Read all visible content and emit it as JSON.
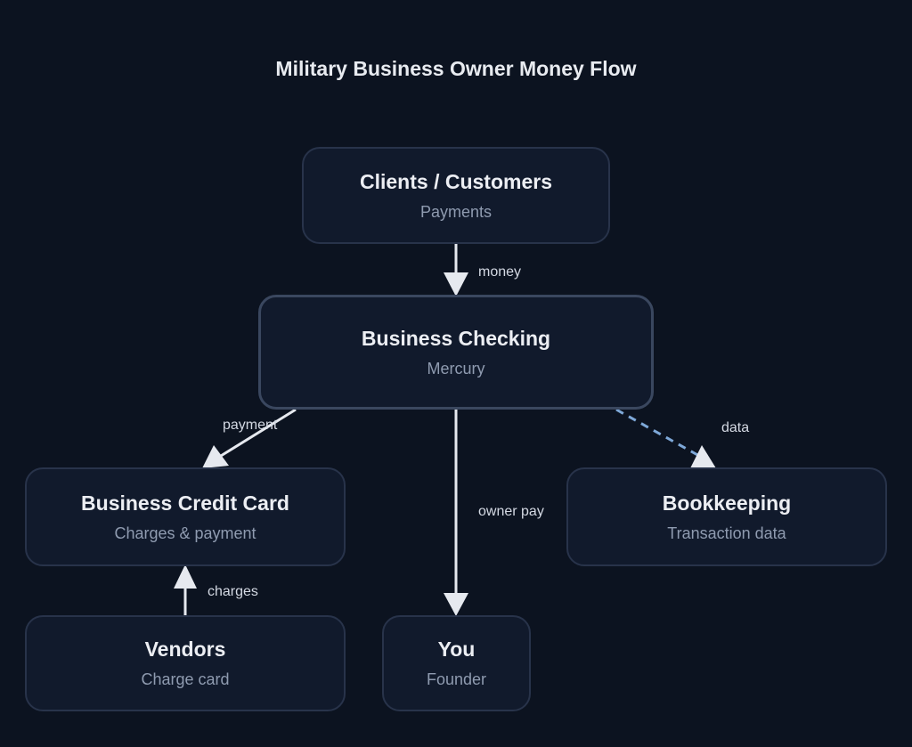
{
  "title": "Military Business Owner Money Flow",
  "colors": {
    "background": "#0c1320",
    "node_fill": "#111a2c",
    "node_border": "#28334a",
    "arrow": "#e6e9ef",
    "data_arrow": "#7ea8d8",
    "title_text": "#e8ebf0",
    "subtitle_text": "#8f9bb0"
  },
  "nodes": {
    "clients": {
      "title": "Clients / Customers",
      "subtitle": "Payments"
    },
    "checking": {
      "title": "Business Checking",
      "subtitle": "Mercury"
    },
    "credit_card": {
      "title": "Business Credit Card",
      "subtitle": "Charges & payment"
    },
    "bookkeeping": {
      "title": "Bookkeeping",
      "subtitle": "Transaction data"
    },
    "vendors": {
      "title": "Vendors",
      "subtitle": "Charge card"
    },
    "you": {
      "title": "You",
      "subtitle": "Founder"
    }
  },
  "edges": {
    "money": {
      "from": "Clients / Customers",
      "to": "Business Checking",
      "label": "money",
      "style": "solid"
    },
    "payment": {
      "from": "Business Checking",
      "to": "Business Credit Card",
      "label": "payment",
      "style": "solid"
    },
    "owner_pay": {
      "from": "Business Checking",
      "to": "You",
      "label": "owner pay",
      "style": "solid"
    },
    "data": {
      "from": "Business Checking",
      "to": "Bookkeeping",
      "label": "data",
      "style": "dashed"
    },
    "charges": {
      "from": "Vendors",
      "to": "Business Credit Card",
      "label": "charges",
      "style": "solid"
    }
  }
}
